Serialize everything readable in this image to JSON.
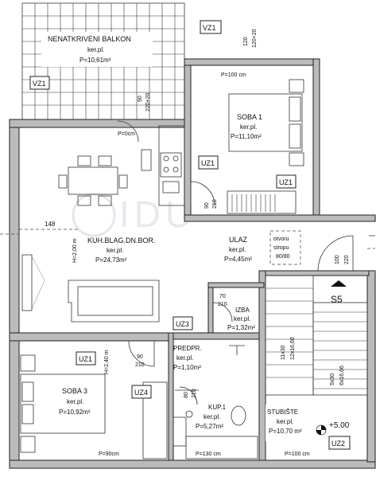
{
  "rooms": {
    "balcony": {
      "name": "NENATKRIVENI BALKON",
      "floor": "ker.pl.",
      "area": "P=10,61m²"
    },
    "soba1": {
      "name": "SOBA 1",
      "floor": "ker.pl.",
      "area": "P=11,10m²"
    },
    "kitchen": {
      "name": "KUH.BLAG.DN.BOR.",
      "floor": "ker.pl.",
      "area": "P=24,73m²"
    },
    "ulaz": {
      "name": "ULAZ",
      "floor": "ker.pl.",
      "area": "P=4,45m²"
    },
    "izba": {
      "name": "IZBA",
      "floor": "ker.pl.",
      "area": "P=1,32m²"
    },
    "predpr": {
      "name": "PREDPR.",
      "floor": "ker.pl.",
      "area": "P=1,10m²"
    },
    "soba3": {
      "name": "SOBA 3",
      "floor": "ker.pl.",
      "area": "P=10,92m²"
    },
    "kup": {
      "name": "KUP.1",
      "floor": "ker.pl.",
      "area": "P=5,27m²"
    },
    "stubiste": {
      "name": "STUBIŠTE",
      "floor": "ker.pl.",
      "area": "P=10,70 m²"
    }
  },
  "tags": {
    "vz1_top": "VZ1",
    "vz1_balcony": "VZ1",
    "uz1_soba1": "UZ1",
    "uz1_corr": "UZ1",
    "uz1_soba3": "UZ1",
    "uz2": "UZ2",
    "uz3": "UZ3",
    "uz4": "UZ4",
    "s5": "S5"
  },
  "dims": {
    "p100_top": "P=100 cm",
    "p0": "P=0cm",
    "p90": "P=90cm",
    "p130": "P=130 cm",
    "p100_bottom": "P=100 cm",
    "d148": "148",
    "h200": "H=2,00 m",
    "h240": "H=2,40 m",
    "d120_top": "120",
    "d120_20_top": "120+20",
    "d90_balk": "90",
    "d220_20": "220+20",
    "d90_s1": "90",
    "d210_s1": "210",
    "d100_ulaz": "100",
    "d220_ulaz": "220",
    "d70": "70",
    "d210_izba": "210",
    "d90_predpr": "90",
    "d210_predpr": "210",
    "d80": "80",
    "d210_kup": "210",
    "d11x30": "11x30",
    "d12x16": "12x16,66",
    "d5x30": "5x30",
    "d6x16": "6x16,66",
    "elev": "+5.00"
  },
  "notes": {
    "opening_1": "otvoru",
    "opening_2": "stropu",
    "opening_3": "80/80"
  },
  "watermark": "IDU"
}
